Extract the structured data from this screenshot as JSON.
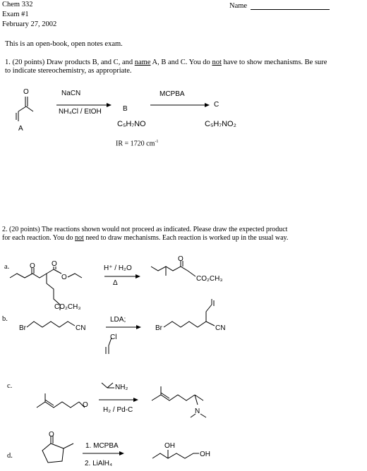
{
  "header": {
    "course": "Chem 332",
    "exam": "Exam #1",
    "date": "February 27, 2002",
    "name_label": "Name"
  },
  "intro": "This is an open-book, open notes exam.",
  "q1": {
    "text_a": "1.  (20 points) Draw products B, and C, and ",
    "name_word": "name",
    "text_b": " A, B and C. You do ",
    "not_word": "not",
    "text_c": " have to show mechanisms. Be sure",
    "line2": "to indicate stereochemistry, as appropriate.",
    "reagent1_top": "NaCN",
    "reagent1_bottom": "NH₄Cl / EtOH",
    "reagent2_top": "MCPBA",
    "label_a": "A",
    "label_b": "B",
    "label_c": "C",
    "formula_b": "C₅H₇NO",
    "formula_c": "C₅H₇NO₂",
    "ir_text": "IR = 1720 cm",
    "ir_sup": "-1"
  },
  "q2": {
    "line1": "2.  (20 points)  The reactions shown would not proceed as indicated.  Please draw the expected product",
    "line2_a": "for each reaction. You do ",
    "not_word": "not",
    "line2_b": " need to draw mechanisms. Each reaction is worked up in the usual way.",
    "a": {
      "label": "a.",
      "reagent_top": "H⁺ / H₂O",
      "reagent_bottom": "Δ",
      "sm_o": "O",
      "sm_ester_o1": "O",
      "sm_ester_o2": "O",
      "sm_co2ch3": "CO₂CH₃",
      "prod_o": "O",
      "prod_co2ch3": "CO₂CH₃"
    },
    "b": {
      "label": "b.",
      "reagent_top": "LDA;",
      "reagent_cl": "Cl",
      "sm_br": "Br",
      "sm_cn": "CN",
      "prod_br": "Br",
      "prod_cn": "CN"
    },
    "c": {
      "label": "c.",
      "reagent_nh2": "NH₂",
      "reagent_bottom": "H₂ / Pd-C",
      "sm_o": "O",
      "prod_n": "N"
    },
    "d": {
      "label": "d.",
      "reagent1": "1. MCPBA",
      "reagent2": "2. LiAlH₄",
      "sm_o": "O",
      "prod_oh1": "OH",
      "prod_oh2": "OH"
    }
  }
}
